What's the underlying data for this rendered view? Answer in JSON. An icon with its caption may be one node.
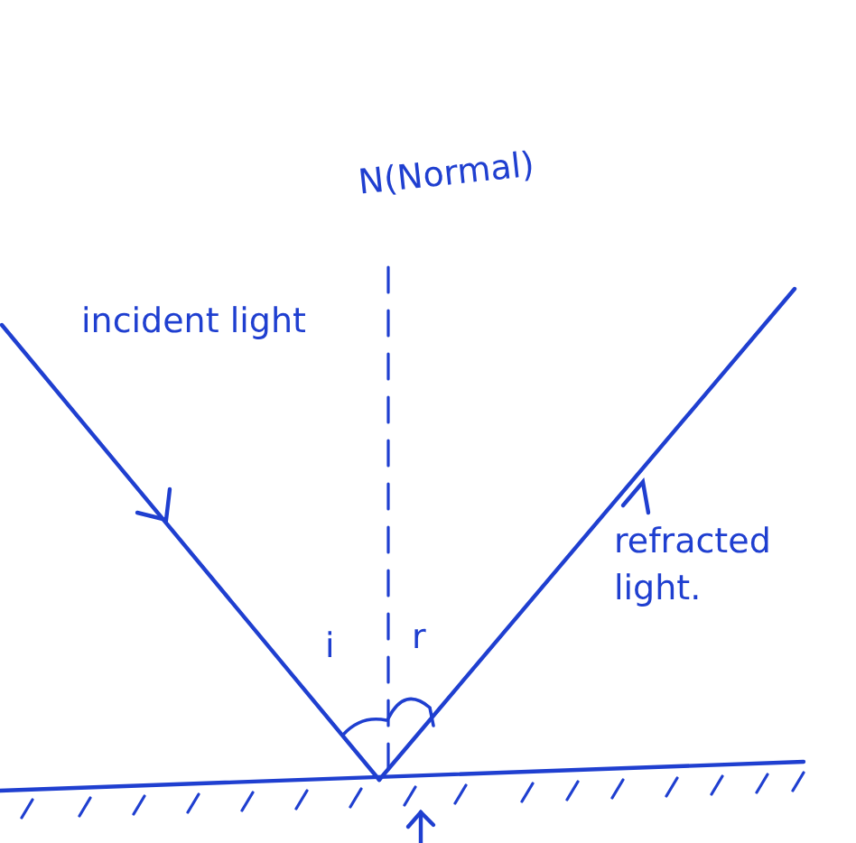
{
  "diagram": {
    "labels": [
      "N(Normal)",
      "incident light",
      "i",
      "r",
      "refracted light."
    ]
  }
}
